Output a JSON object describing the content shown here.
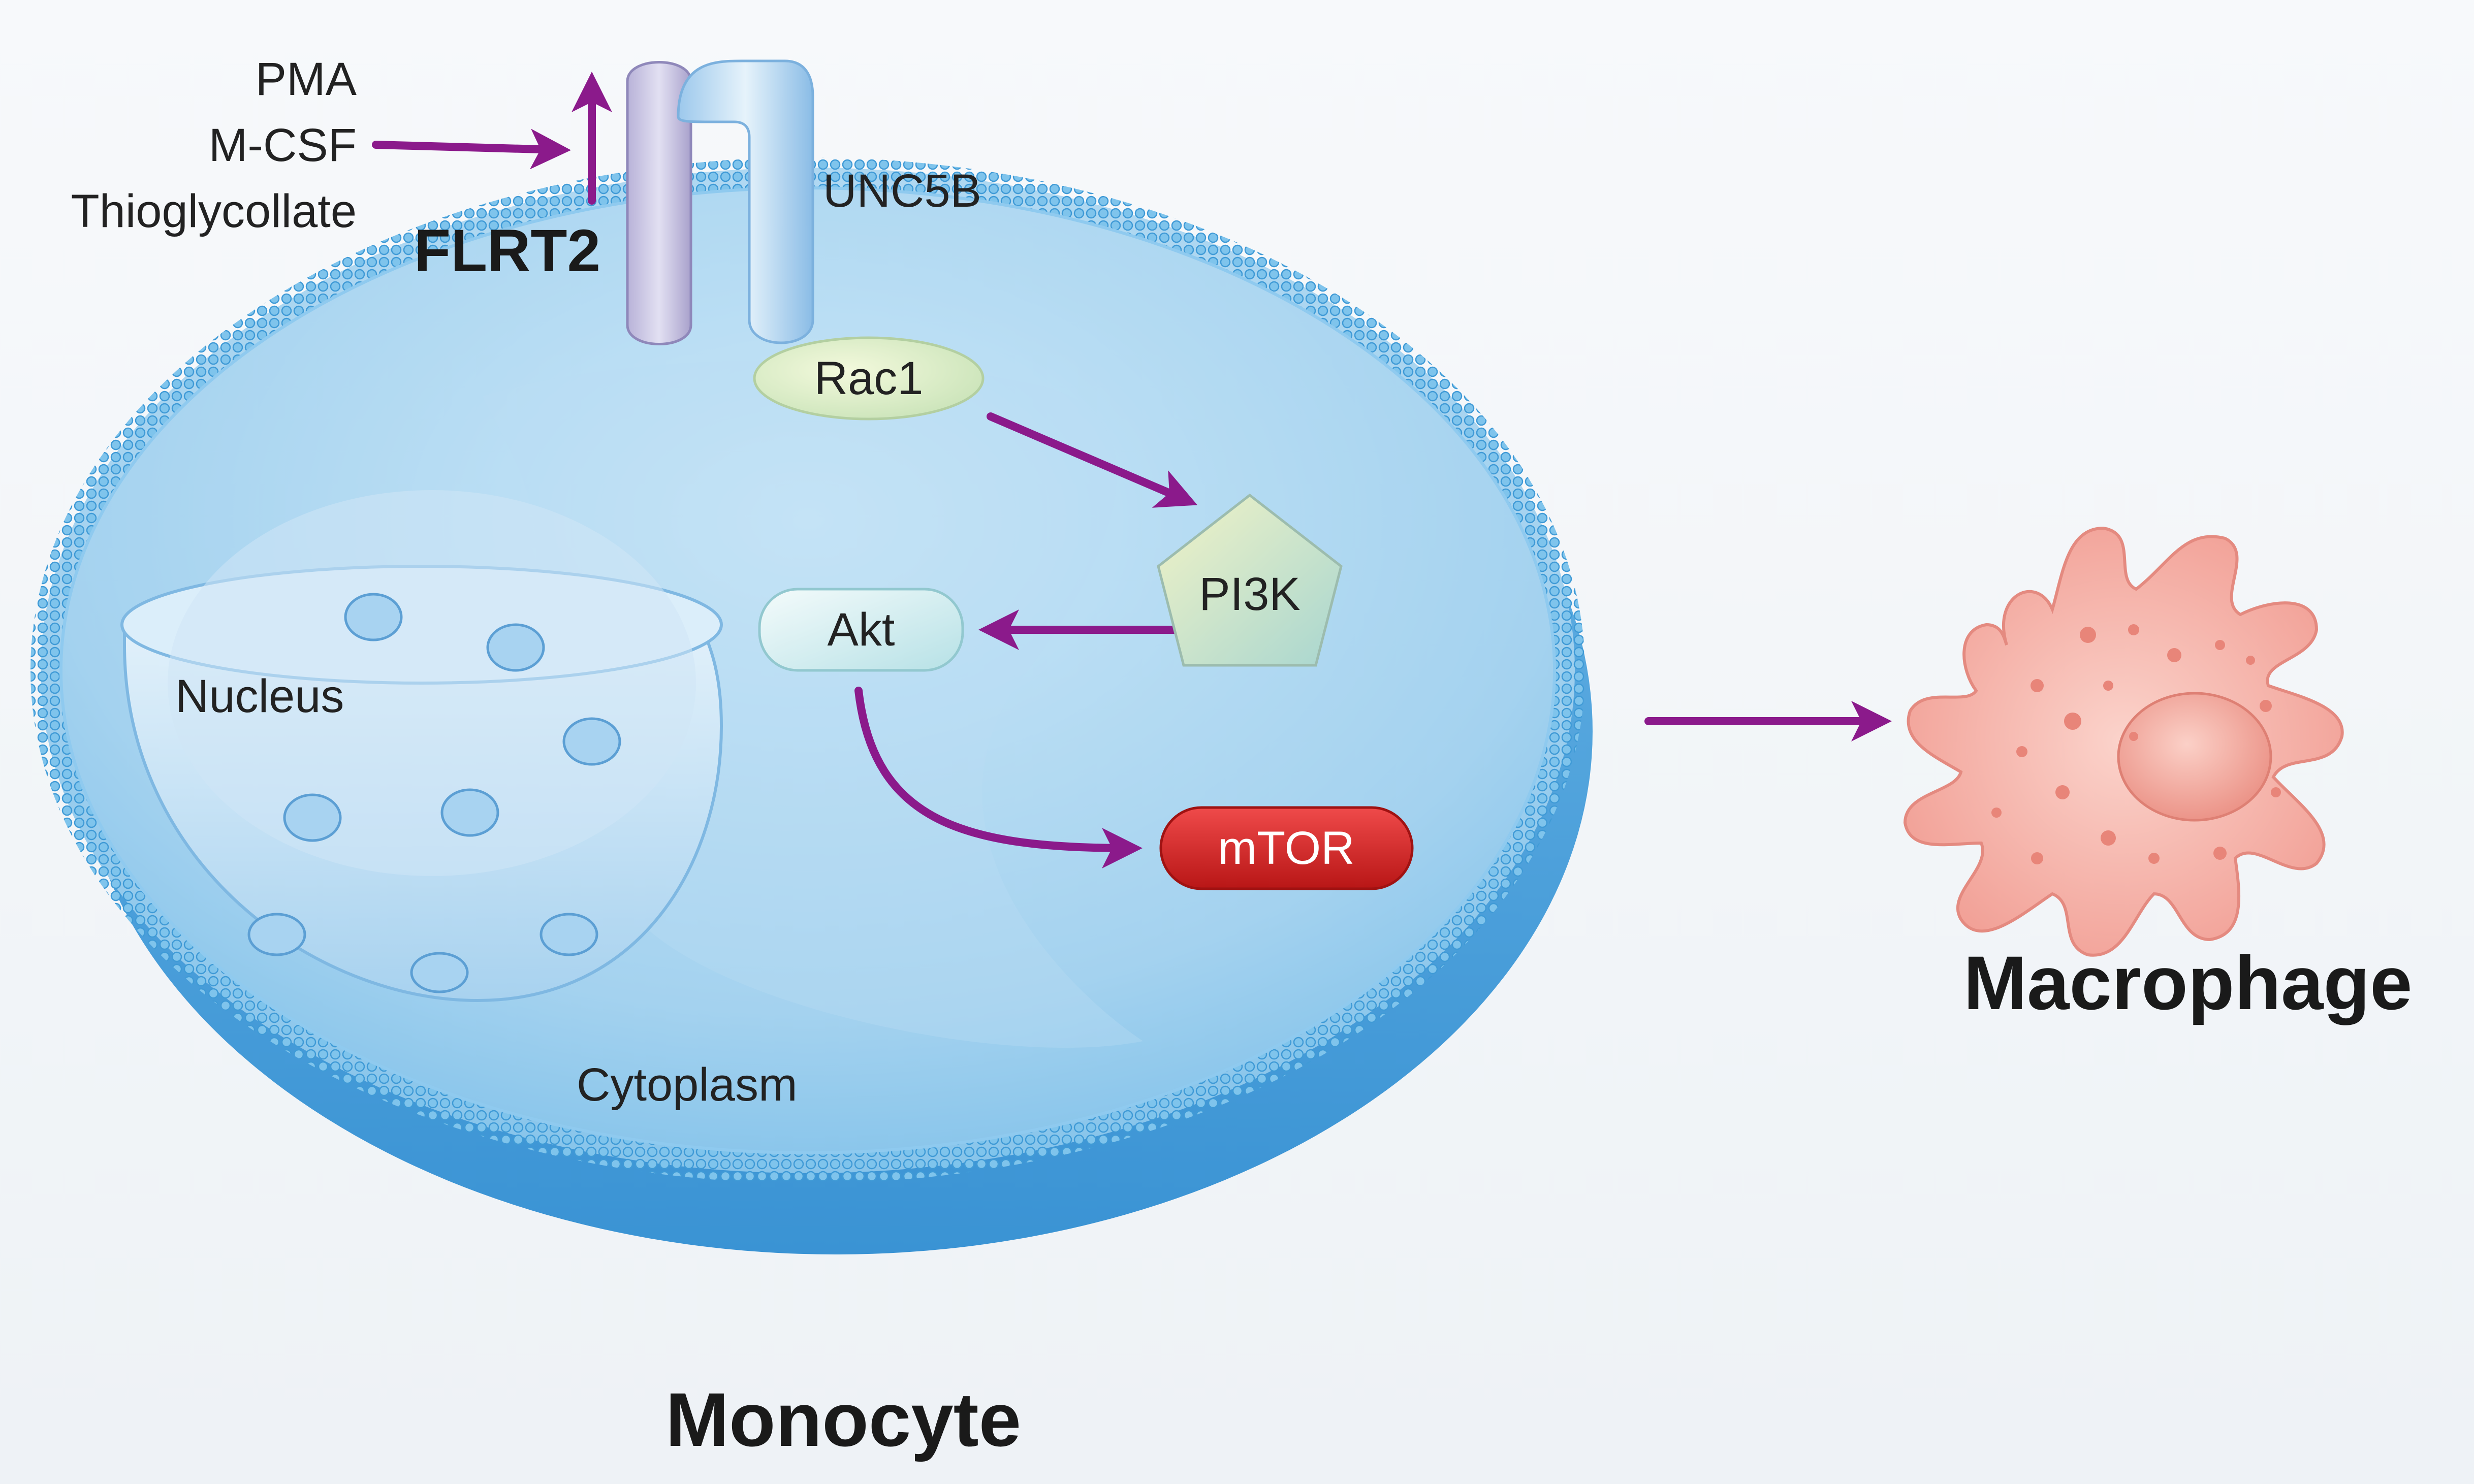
{
  "stimuli": [
    "PMA",
    "M-CSF",
    "Thioglycollate"
  ],
  "receptors": {
    "flrt2": "FLRT2",
    "unc5b": "UNC5B"
  },
  "nodes": {
    "rac1": "Rac1",
    "pi3k": "PI3K",
    "akt": "Akt",
    "mtor": "mTOR"
  },
  "compartments": {
    "nucleus": "Nucleus",
    "cytoplasm": "Cytoplasm"
  },
  "cells": {
    "monocyte": "Monocyte",
    "macrophage": "Macrophage"
  },
  "colors": {
    "arrow": "#8b1a8b",
    "membrane": "#5fb0e0",
    "cell_fill": "#a6d3ef",
    "mtor": "#d92424",
    "macrophage": "#f4a9a0"
  }
}
